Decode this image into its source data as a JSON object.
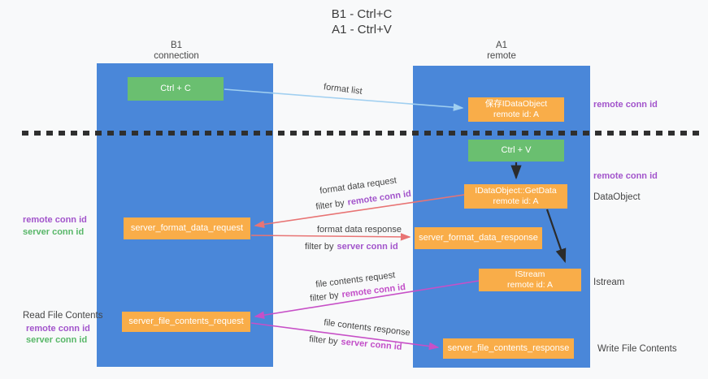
{
  "title": {
    "line1": "B1 - Ctrl+C",
    "line2": "A1 - Ctrl+V"
  },
  "columns": {
    "left": {
      "name": "B1",
      "role": "connection"
    },
    "right": {
      "name": "A1",
      "role": "remote"
    }
  },
  "boxes": {
    "ctrl_c": "Ctrl + C",
    "ctrl_v": "Ctrl + V",
    "save_idataobject": {
      "line1": "保存IDataObject",
      "line2": "remote id: A"
    },
    "getdata": {
      "line1": "IDataObject::GetData",
      "line2": "remote id: A"
    },
    "istream": {
      "line1": "IStream",
      "line2": "remote id: A"
    },
    "format_request": "server_format_data_request",
    "format_response": "server_format_data_response",
    "file_request": "server_file_contents_request",
    "file_response": "server_file_contents_response"
  },
  "labels": {
    "format_list": "format list",
    "format_data_request": "format data request",
    "format_data_response": "format data response",
    "file_contents_request": "file contents request",
    "file_contents_response": "file contents response",
    "filter_by": "filter by",
    "remote_conn_id": "remote conn id",
    "server_conn_id": "server conn id",
    "read_file_contents": "Read File Contents",
    "write_file_contents": "Write File Contents",
    "dataobject": "DataObject",
    "istream_side": "Istream"
  },
  "colors": {
    "lane_blue": "#4a87d9",
    "box_green": "#6abf70",
    "box_orange": "#f9ad49",
    "arrow_light_blue": "#a0cff0",
    "arrow_salmon": "#e87474",
    "arrow_magenta": "#c750c7",
    "arrow_black": "#2b2b2b",
    "text_purple": "#a254cb",
    "text_green": "#58b768",
    "text_magenta": "#c24ec8"
  }
}
